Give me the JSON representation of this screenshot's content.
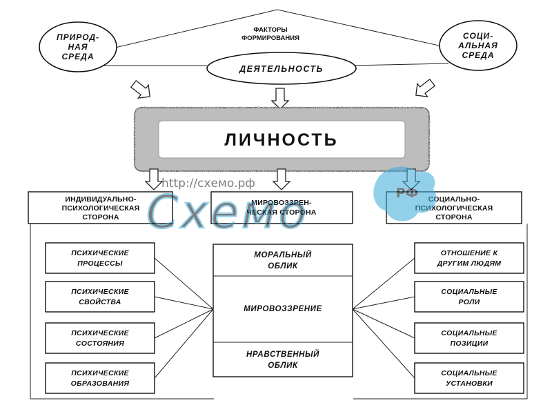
{
  "factors": {
    "title": [
      "ФАКТОРЫ",
      "ФОРМИРОВАНИЯ"
    ],
    "nature": [
      "ПРИРОД-",
      "НАЯ",
      "СРЕДА"
    ],
    "social": [
      "СОЦИ-",
      "АЛЬНАЯ",
      "СРЕДА"
    ],
    "activity": "ДЕЯТЕЛЬНОСТЬ"
  },
  "personality": "ЛИЧНОСТЬ",
  "sides": {
    "individual": [
      "ИНДИВИДУАЛЬНО-",
      "ПСИХОЛОГИЧЕСКАЯ",
      "СТОРОНА"
    ],
    "worldview": [
      "МИРОВОЗЗРЕН-",
      "ЧЕСКАЯ СТОРОНА"
    ],
    "social": [
      "СОЦИАЛЬНО-",
      "ПСИХОЛОГИЧЕСКАЯ",
      "СТОРОНА"
    ]
  },
  "left_items": [
    [
      "ПСИХИЧЕСКИЕ",
      "ПРОЦЕССЫ"
    ],
    [
      "ПСИХИЧЕСКИЕ",
      "СВОЙСТВА"
    ],
    [
      "ПСИХИЧЕСКИЕ",
      "СОСТОЯНИЯ"
    ],
    [
      "ПСИХИЧЕСКИЕ",
      "ОБРАЗОВАНИЯ"
    ]
  ],
  "center_items": [
    [
      "МОРАЛЬНЫЙ",
      "ОБЛИК"
    ],
    [
      "МИРОВОЗЗРЕНИЕ"
    ],
    [
      "НРАВСТВЕННЫЙ",
      "ОБЛИК"
    ]
  ],
  "right_items": [
    [
      "ОТНОШЕНИЕ К",
      "ДРУГИМ ЛЮДЯМ"
    ],
    [
      "СОЦИАЛЬНЫЕ",
      "РОЛИ"
    ],
    [
      "СОЦИАЛЬНЫЕ",
      "ПОЗИЦИИ"
    ],
    [
      "СОЦИАЛЬНЫЕ",
      "УСТАНОВКИ"
    ]
  ],
  "watermark": {
    "url": "http://схемо.рф",
    "word": "Схемо",
    "badge": "РФ",
    "color": "#3aa8d8"
  }
}
